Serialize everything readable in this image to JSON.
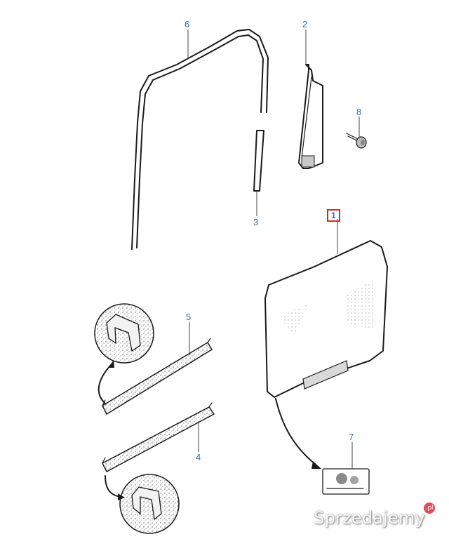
{
  "callouts": {
    "part1": "1",
    "part2": "2",
    "part3": "3",
    "part4": "4",
    "part5": "5",
    "part6": "6",
    "part7": "7",
    "part8": "8"
  },
  "watermark": {
    "text": "Sprzedajemy",
    "badge": ".pl"
  },
  "colors": {
    "callout_text": "#2f6fb3",
    "highlight_box": "#d42a2a",
    "line_art": "#1a1a1a"
  }
}
